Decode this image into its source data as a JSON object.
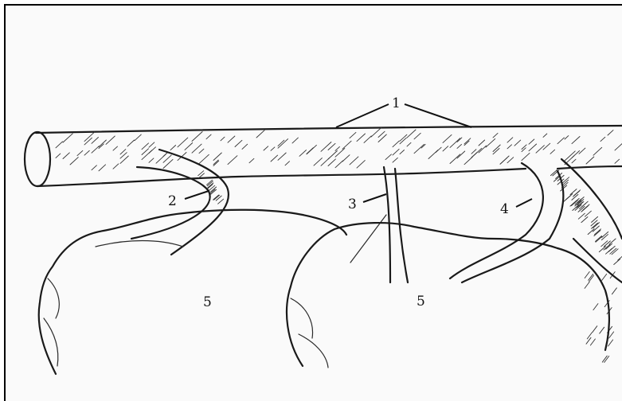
{
  "labels": {
    "l1": "1",
    "l2": "2",
    "l3": "3",
    "l4": "4",
    "l5a": "5",
    "l5b": "5"
  },
  "colors": {
    "ink": "#1a1a1a",
    "paper": "#fafafa",
    "border": "#000000"
  }
}
